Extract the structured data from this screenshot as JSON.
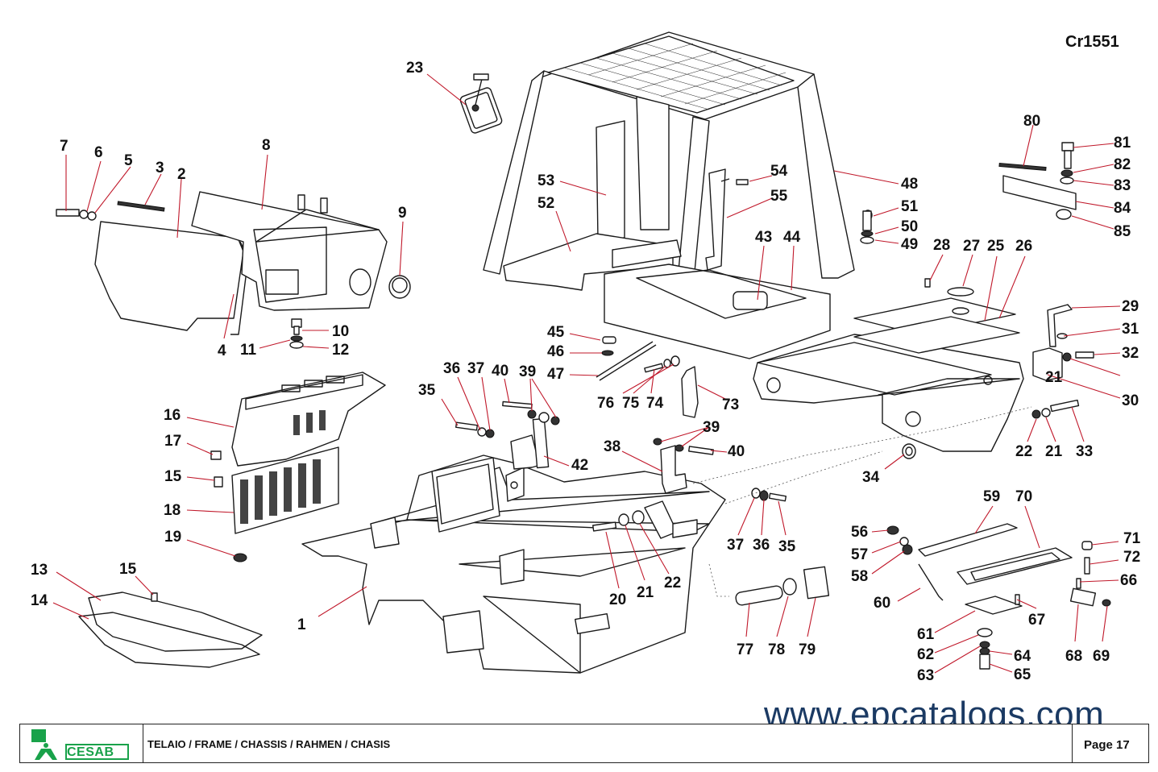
{
  "drawing_code": "Cr1551",
  "footer": {
    "brand": "CESAB",
    "title": "TELAIO / FRAME / CHASSIS / RAHMEN / CHASIS",
    "page": "Page 17"
  },
  "watermark": "www.epcatalogs.com",
  "callouts": [
    "1",
    "2",
    "3",
    "4",
    "5",
    "6",
    "7",
    "8",
    "9",
    "10",
    "11",
    "12",
    "13",
    "14",
    "15",
    "15",
    "16",
    "17",
    "18",
    "19",
    "20",
    "21",
    "21",
    "21",
    "22",
    "22",
    "23",
    "25",
    "26",
    "27",
    "28",
    "29",
    "30",
    "31",
    "32",
    "33",
    "34",
    "35",
    "35",
    "36",
    "36",
    "37",
    "37",
    "38",
    "39",
    "39",
    "40",
    "40",
    "42",
    "43",
    "44",
    "45",
    "46",
    "47",
    "48",
    "49",
    "50",
    "51",
    "52",
    "53",
    "54",
    "55",
    "56",
    "57",
    "58",
    "59",
    "60",
    "61",
    "62",
    "63",
    "64",
    "65",
    "66",
    "67",
    "68",
    "69",
    "70",
    "71",
    "72",
    "73",
    "74",
    "75",
    "76",
    "77",
    "78",
    "79",
    "80",
    "81",
    "82",
    "83",
    "84",
    "85"
  ],
  "colors": {
    "leader": "#c0182a",
    "brand": "#19a24a",
    "watermark": "#1b3a63"
  }
}
